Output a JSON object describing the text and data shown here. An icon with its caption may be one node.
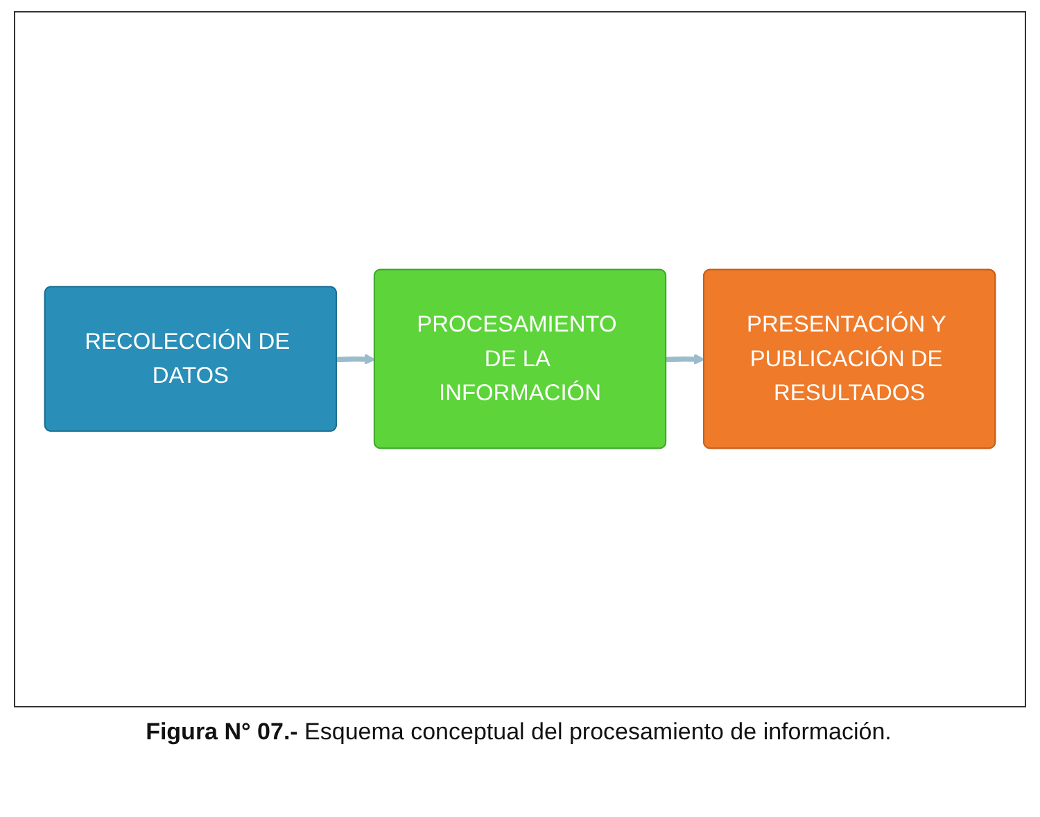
{
  "diagram": {
    "caption": "**Figura N° 07.-** Esquema conceptual del procesamiento de información.",
    "nodes": [
      {
        "text": [
          "RECOLECCIÓN DE DATOS"
        ]
      },
      {
        "text": [
          "PROCESAMIENTO DE LA INFORMACIÓN"
        ]
      },
      {
        "text": [
          "PRESENTACIÓN Y PUBLICACIÓN DE RESULTADOS"
        ]
      }
    ],
    "edges": [
      {
        "from": 0,
        "to": 1,
        "arrow": "to"
      },
      {
        "from": 1,
        "to": 2,
        "arrow": "to"
      }
    ]
  }
}
